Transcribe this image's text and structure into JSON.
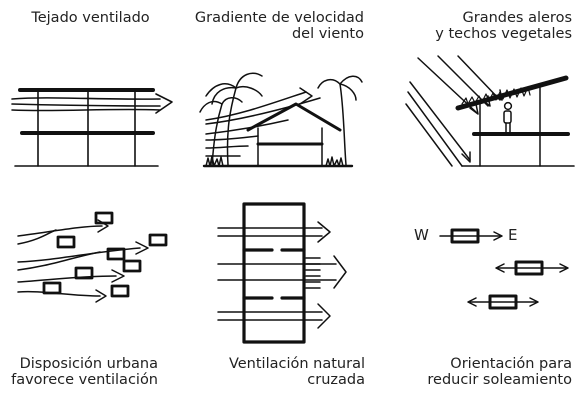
{
  "diagrams": [
    {
      "id": "tejado",
      "caption": [
        "Tejado ventilado"
      ]
    },
    {
      "id": "gradiente",
      "caption": [
        "Gradiente de velocidad",
        "del viento"
      ]
    },
    {
      "id": "aleros",
      "caption": [
        "Grandes aleros",
        "y techos vegetales"
      ]
    },
    {
      "id": "urbana",
      "caption": [
        "Disposición urbana",
        "favorece ventilación"
      ]
    },
    {
      "id": "cruzada",
      "caption": [
        "Ventilación natural",
        "cruzada"
      ]
    },
    {
      "id": "orientacion",
      "caption": [
        "Orientación para",
        "reducir soleamiento"
      ]
    }
  ],
  "compass": {
    "west": "W",
    "east": "E"
  },
  "colors": {
    "ink": "#111111",
    "text": "#222222",
    "background": "#ffffff"
  }
}
